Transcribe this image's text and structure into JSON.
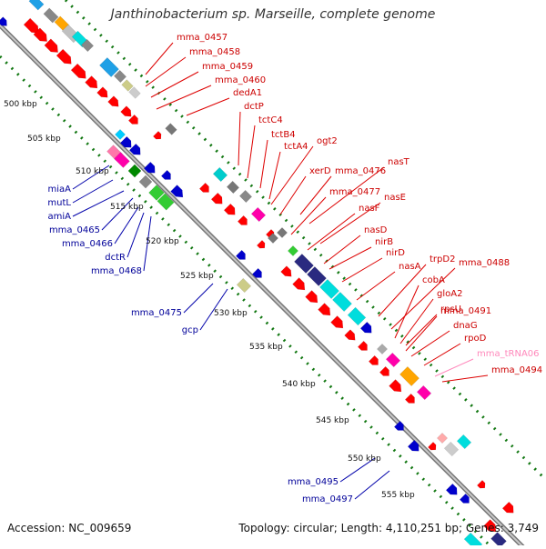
{
  "title": "Janthinobacterium sp. Marseille, complete genome",
  "footer": {
    "accession": "Accession: NC_009659",
    "summary": "Topology: circular; Length: 4,110,251 bp; Genes: 3,749"
  },
  "colors": {
    "forward_gene": "#ff0000",
    "reverse_gene": "#0000cc",
    "forward_label": "#cc0000",
    "reverse_label": "#000099",
    "trna_label": "#ff88bb",
    "backbone": "#999999",
    "dotted_ring": "#117711"
  },
  "scale_ticks": [
    "500 kbp",
    "505 kbp",
    "510 kbp",
    "515 kbp",
    "520 kbp",
    "525 kbp",
    "530 kbp",
    "535 kbp",
    "540 kbp",
    "545 kbp",
    "550 kbp",
    "555 kbp"
  ],
  "forward_labels": [
    "mma_0457",
    "mma_0458",
    "mma_0459",
    "mma_0460",
    "dedA1",
    "dctP",
    "tctC4",
    "tctB4",
    "tctA4",
    "ogt2",
    "xerD",
    "mma_0476",
    "nasT",
    "mma_0477",
    "nasE",
    "nasF",
    "nasD",
    "nirB",
    "nirD",
    "nasA",
    "trpD2",
    "mma_0488",
    "cobA",
    "gloA2",
    "rpsU",
    "mma_0491",
    "dnaG",
    "rpoD",
    "mma_tRNA06",
    "mma_0494"
  ],
  "reverse_labels": [
    "miaA",
    "mutL",
    "amiA",
    "mma_0465",
    "mma_0466",
    "dctR",
    "mma_0468",
    "mma_0475",
    "gcp",
    "mma_0495",
    "mma_0497"
  ]
}
